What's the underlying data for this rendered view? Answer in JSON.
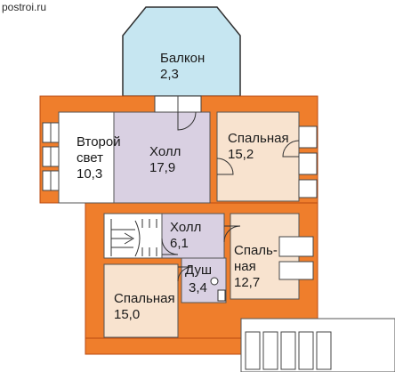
{
  "watermark": "postroi.ru",
  "rooms": {
    "balcony": {
      "name": "Балкон",
      "area": "2,3"
    },
    "second_light": {
      "line1": "Второй",
      "line2": "свет",
      "area": "10,3"
    },
    "hall_main": {
      "name": "Холл",
      "area": "17,9"
    },
    "bedroom_ne": {
      "name": "Спальная",
      "area": "15,2"
    },
    "hall_small": {
      "name": "Холл",
      "area": "6,1"
    },
    "bedroom_e": {
      "line1": "Спаль-",
      "line2": "ная",
      "area": "12,7"
    },
    "shower": {
      "name": "Душ",
      "area": "3,4"
    },
    "bedroom_sw": {
      "name": "Спальная",
      "area": "15,0"
    }
  },
  "colors": {
    "wall": "#ef7e2c",
    "wall_outline": "#b84a10",
    "hall_fill": "#d9d0e2",
    "bedroom_fill": "#f8e3cf",
    "balcony_fill": "#c6e6f1",
    "white_fill": "#ffffff"
  }
}
